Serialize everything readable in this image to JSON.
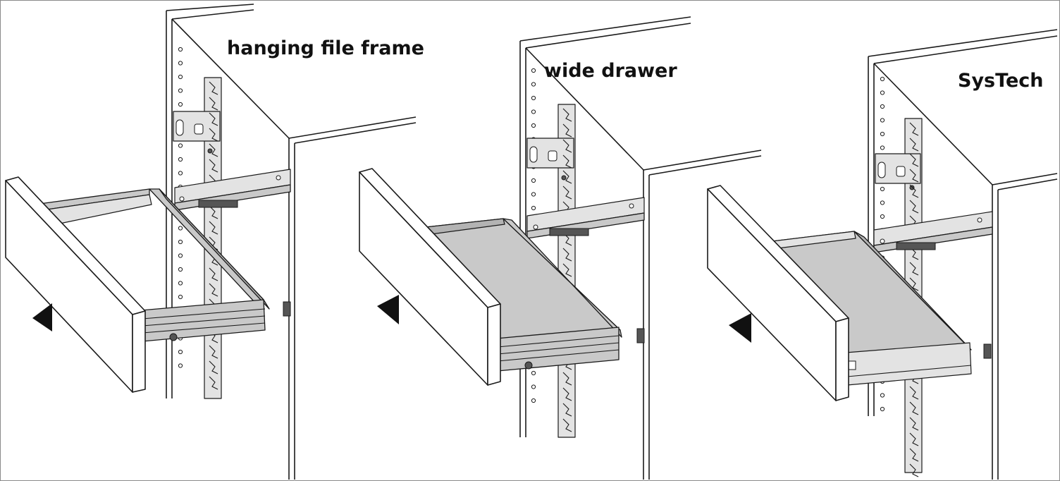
{
  "labels": {
    "hanging_file_frame": "hanging file frame",
    "wide_drawer": "wide drawer",
    "systech": "SysTech"
  },
  "colors": {
    "line": "#1a1a1a",
    "panel_gray": "#c9c9c9",
    "background": "#ffffff"
  }
}
